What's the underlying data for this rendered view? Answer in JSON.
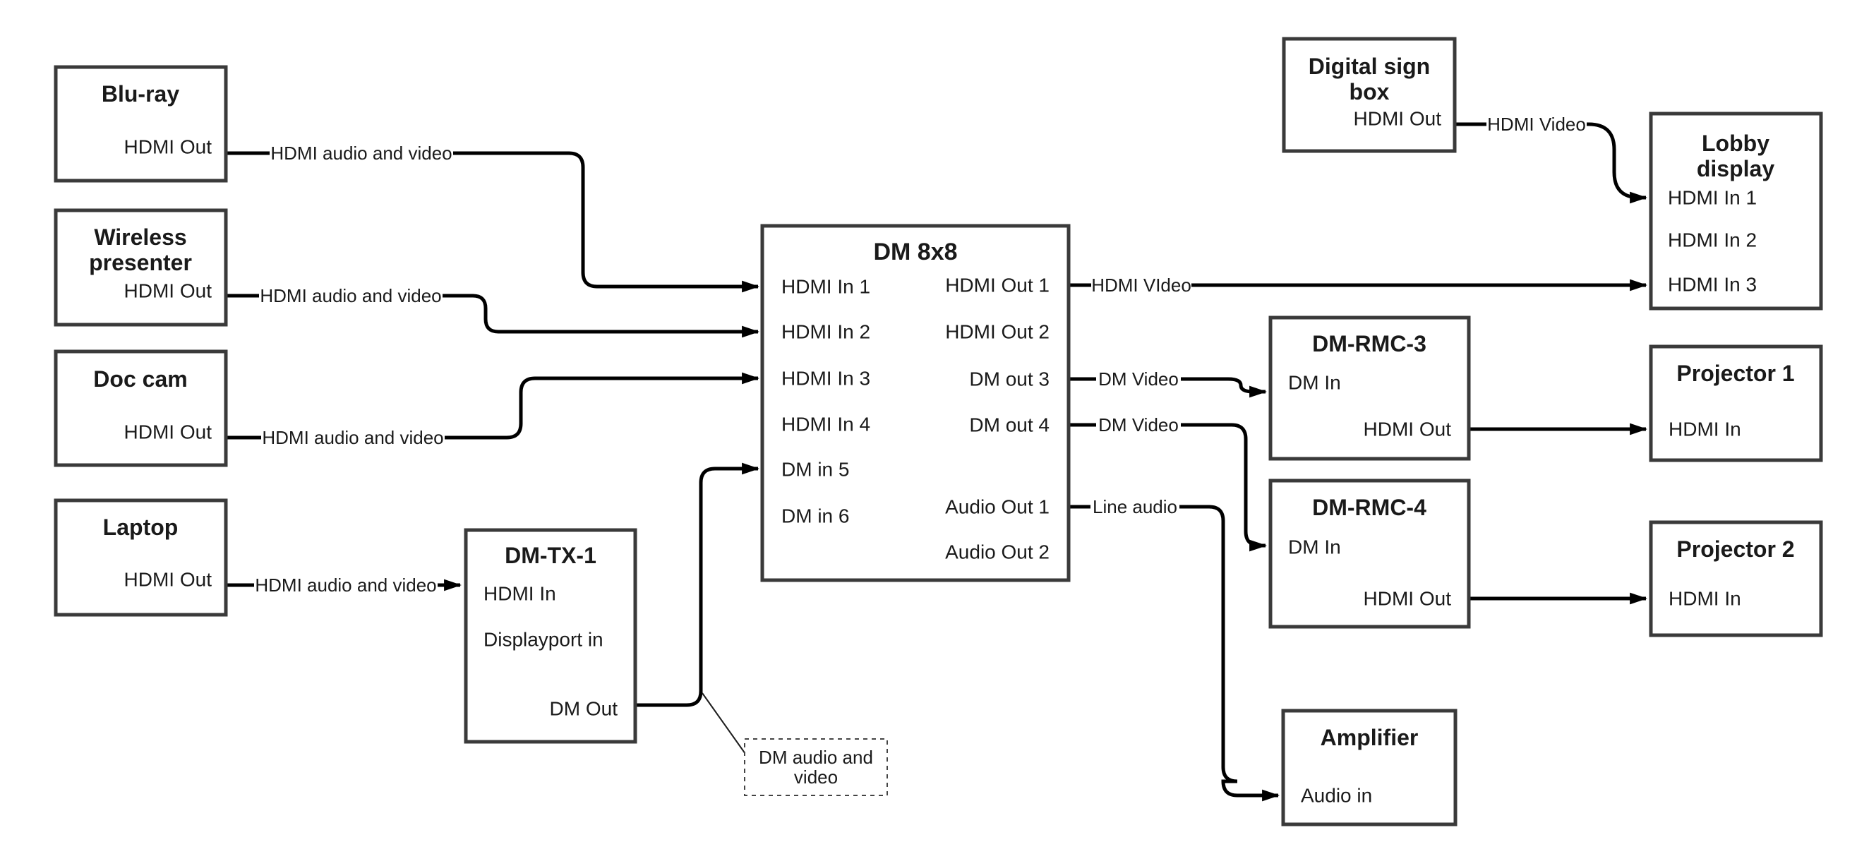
{
  "colors": {
    "background": "#ffffff",
    "wire": "#000000",
    "box_border": "#3a3a3a",
    "text": "#1a1a1a"
  },
  "nodes": {
    "blu_ray": {
      "title": "Blu-ray",
      "port_hdmi_out": "HDMI Out"
    },
    "wireless": {
      "title_line1": "Wireless",
      "title_line2": "presenter",
      "port_hdmi_out": "HDMI Out"
    },
    "doc_cam": {
      "title": "Doc cam",
      "port_hdmi_out": "HDMI Out"
    },
    "laptop": {
      "title": "Laptop",
      "port_hdmi_out": "HDMI Out"
    },
    "dm_tx1": {
      "title": "DM-TX-1",
      "port_hdmi_in": "HDMI In",
      "port_displayport_in": "Displayport in",
      "port_dm_out": "DM Out"
    },
    "dm8x8": {
      "title": "DM 8x8",
      "in1": "HDMI In 1",
      "in2": "HDMI In 2",
      "in3": "HDMI In 3",
      "in4": "HDMI In 4",
      "in5": "DM in 5",
      "in6": "DM in 6",
      "out1": "HDMI Out 1",
      "out2": "HDMI Out 2",
      "out3": "DM out 3",
      "out4": "DM out 4",
      "audio_out1": "Audio Out 1",
      "audio_out2": "Audio Out 2"
    },
    "digital_sign": {
      "title_line1": "Digital sign",
      "title_line2": "box",
      "port_hdmi_out": "HDMI Out"
    },
    "lobby": {
      "title_line1": "Lobby",
      "title_line2": "display",
      "in1": "HDMI In 1",
      "in2": "HDMI In 2",
      "in3": "HDMI In 3"
    },
    "dm_rmc3": {
      "title": "DM-RMC-3",
      "port_dm_in": "DM In",
      "port_hdmi_out": "HDMI Out"
    },
    "projector1": {
      "title": "Projector 1",
      "port_hdmi_in": "HDMI In"
    },
    "dm_rmc4": {
      "title": "DM-RMC-4",
      "port_dm_in": "DM In",
      "port_hdmi_out": "HDMI Out"
    },
    "projector2": {
      "title": "Projector 2",
      "port_hdmi_in": "HDMI In"
    },
    "amplifier": {
      "title": "Amplifier",
      "port_audio_in": "Audio in"
    }
  },
  "wire_labels": {
    "blu_ray_wire": "HDMI audio and video",
    "wireless_wire": "HDMI audio and video",
    "doc_cam_wire": "HDMI audio and video",
    "laptop_wire": "HDMI audio and video",
    "hdmi_out1_wire": "HDMI VIdeo",
    "dm_out3_wire": "DM Video",
    "dm_out4_wire": "DM Video",
    "audio_out1_wire": "Line audio",
    "digital_sign_wire": "HDMI Video",
    "callout_line1": "DM audio and",
    "callout_line2": "video"
  }
}
